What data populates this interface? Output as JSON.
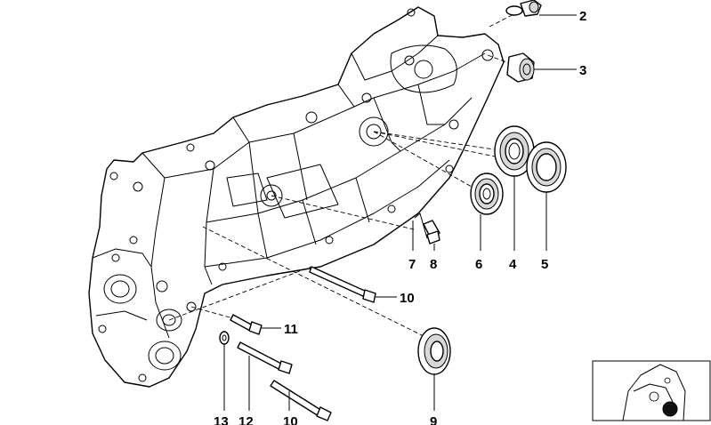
{
  "diagram": {
    "callouts": [
      {
        "id": "c2",
        "label": "2"
      },
      {
        "id": "c3",
        "label": "3"
      },
      {
        "id": "c4",
        "label": "4"
      },
      {
        "id": "c5",
        "label": "5"
      },
      {
        "id": "c6",
        "label": "6"
      },
      {
        "id": "c7",
        "label": "7"
      },
      {
        "id": "c8",
        "label": "8"
      },
      {
        "id": "c9",
        "label": "9"
      },
      {
        "id": "c10a",
        "label": "10"
      },
      {
        "id": "c10b",
        "label": "10"
      },
      {
        "id": "c11",
        "label": "11"
      },
      {
        "id": "c12",
        "label": "12"
      },
      {
        "id": "c13",
        "label": "13"
      }
    ],
    "thumbnail_marker": "●"
  }
}
